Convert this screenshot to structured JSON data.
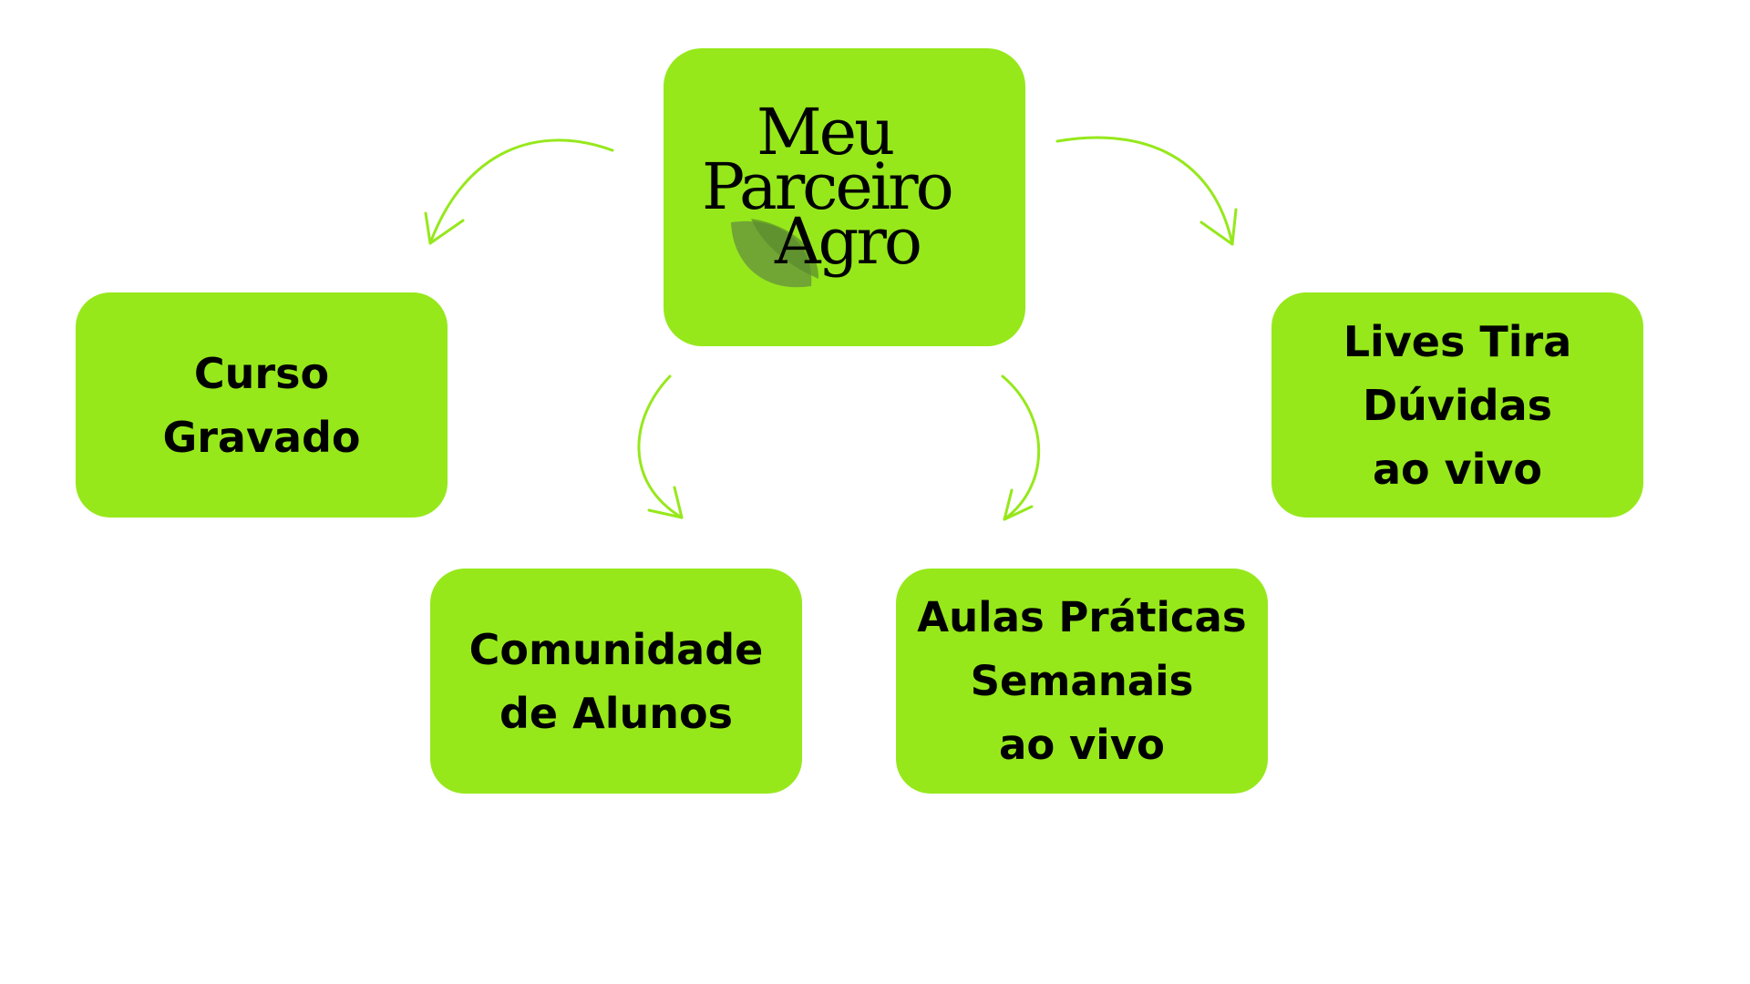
{
  "logo": {
    "line1": "Meu",
    "line2": "Parceiro",
    "line3": "Agro",
    "leaf_icon": "leaf-icon"
  },
  "nodes": {
    "curso": {
      "line1": "Curso",
      "line2": "Gravado"
    },
    "lives": {
      "line1": "Lives Tira",
      "line2": "Dúvidas",
      "line3": "ao vivo"
    },
    "comunidade": {
      "line1": "Comunidade",
      "line2": "de Alunos"
    },
    "aulas": {
      "line1": "Aulas Práticas",
      "line2": "Semanais",
      "line3": "ao vivo"
    }
  },
  "colors": {
    "box": "#96e81b",
    "arrow": "#96e81b",
    "text": "#000000",
    "leaf": "#6b9a3a"
  }
}
